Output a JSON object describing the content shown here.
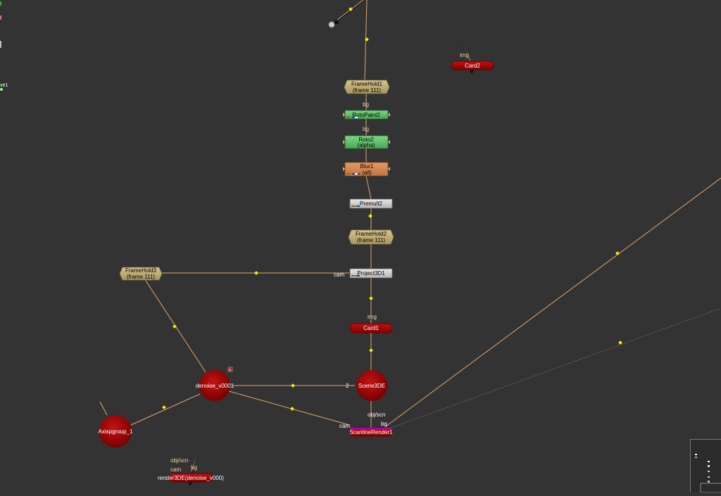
{
  "nodes": {
    "framehold1": {
      "title": "FrameHold1",
      "sub": "(frame 111)"
    },
    "rotopaint2": {
      "title": "RotoPaint2"
    },
    "roto2": {
      "title": "Roto2",
      "sub": "(alpha)"
    },
    "blur1": {
      "title": "Blur1",
      "sub": "(all)"
    },
    "premult2": {
      "title": "Premult2"
    },
    "framehold2": {
      "title": "FrameHold2",
      "sub": "(frame 111)"
    },
    "project3d1": {
      "title": "Project3D1"
    },
    "framehold3": {
      "title": "FrameHold3",
      "sub": "(frame 111)"
    },
    "card1": {
      "title": "Card1"
    },
    "card2": {
      "title": "Card2"
    },
    "scene3de": {
      "title": "Scene3DE"
    },
    "denoise": {
      "title": "denoise_v0001"
    },
    "axispgroup": {
      "title": "Axispgroup_1"
    },
    "scanline": {
      "title": "ScanlineRender1"
    },
    "render3de": {
      "title": "render3DE(denoise_v000)"
    },
    "edge_partial": {
      "title": "ve1"
    }
  },
  "ports": {
    "bg1": "bg",
    "bg2": "bg",
    "cam1": "cam",
    "img1": "img",
    "img2": "img",
    "objscn1": "obj/scn",
    "cam2": "cam",
    "bg3": "bg",
    "objscn2": "obj/scn",
    "cam3": "cam",
    "bg4": "bg",
    "input2": "2",
    "marker": "a"
  },
  "colors": {
    "background": "#333333",
    "edge": "#e3a66a",
    "dot": "#ffee00",
    "framehold": "#c2b07a",
    "roto": "#5fbf6a",
    "blur": "#d98a50",
    "grey": "#c9c9c9",
    "red": "#a00000"
  }
}
